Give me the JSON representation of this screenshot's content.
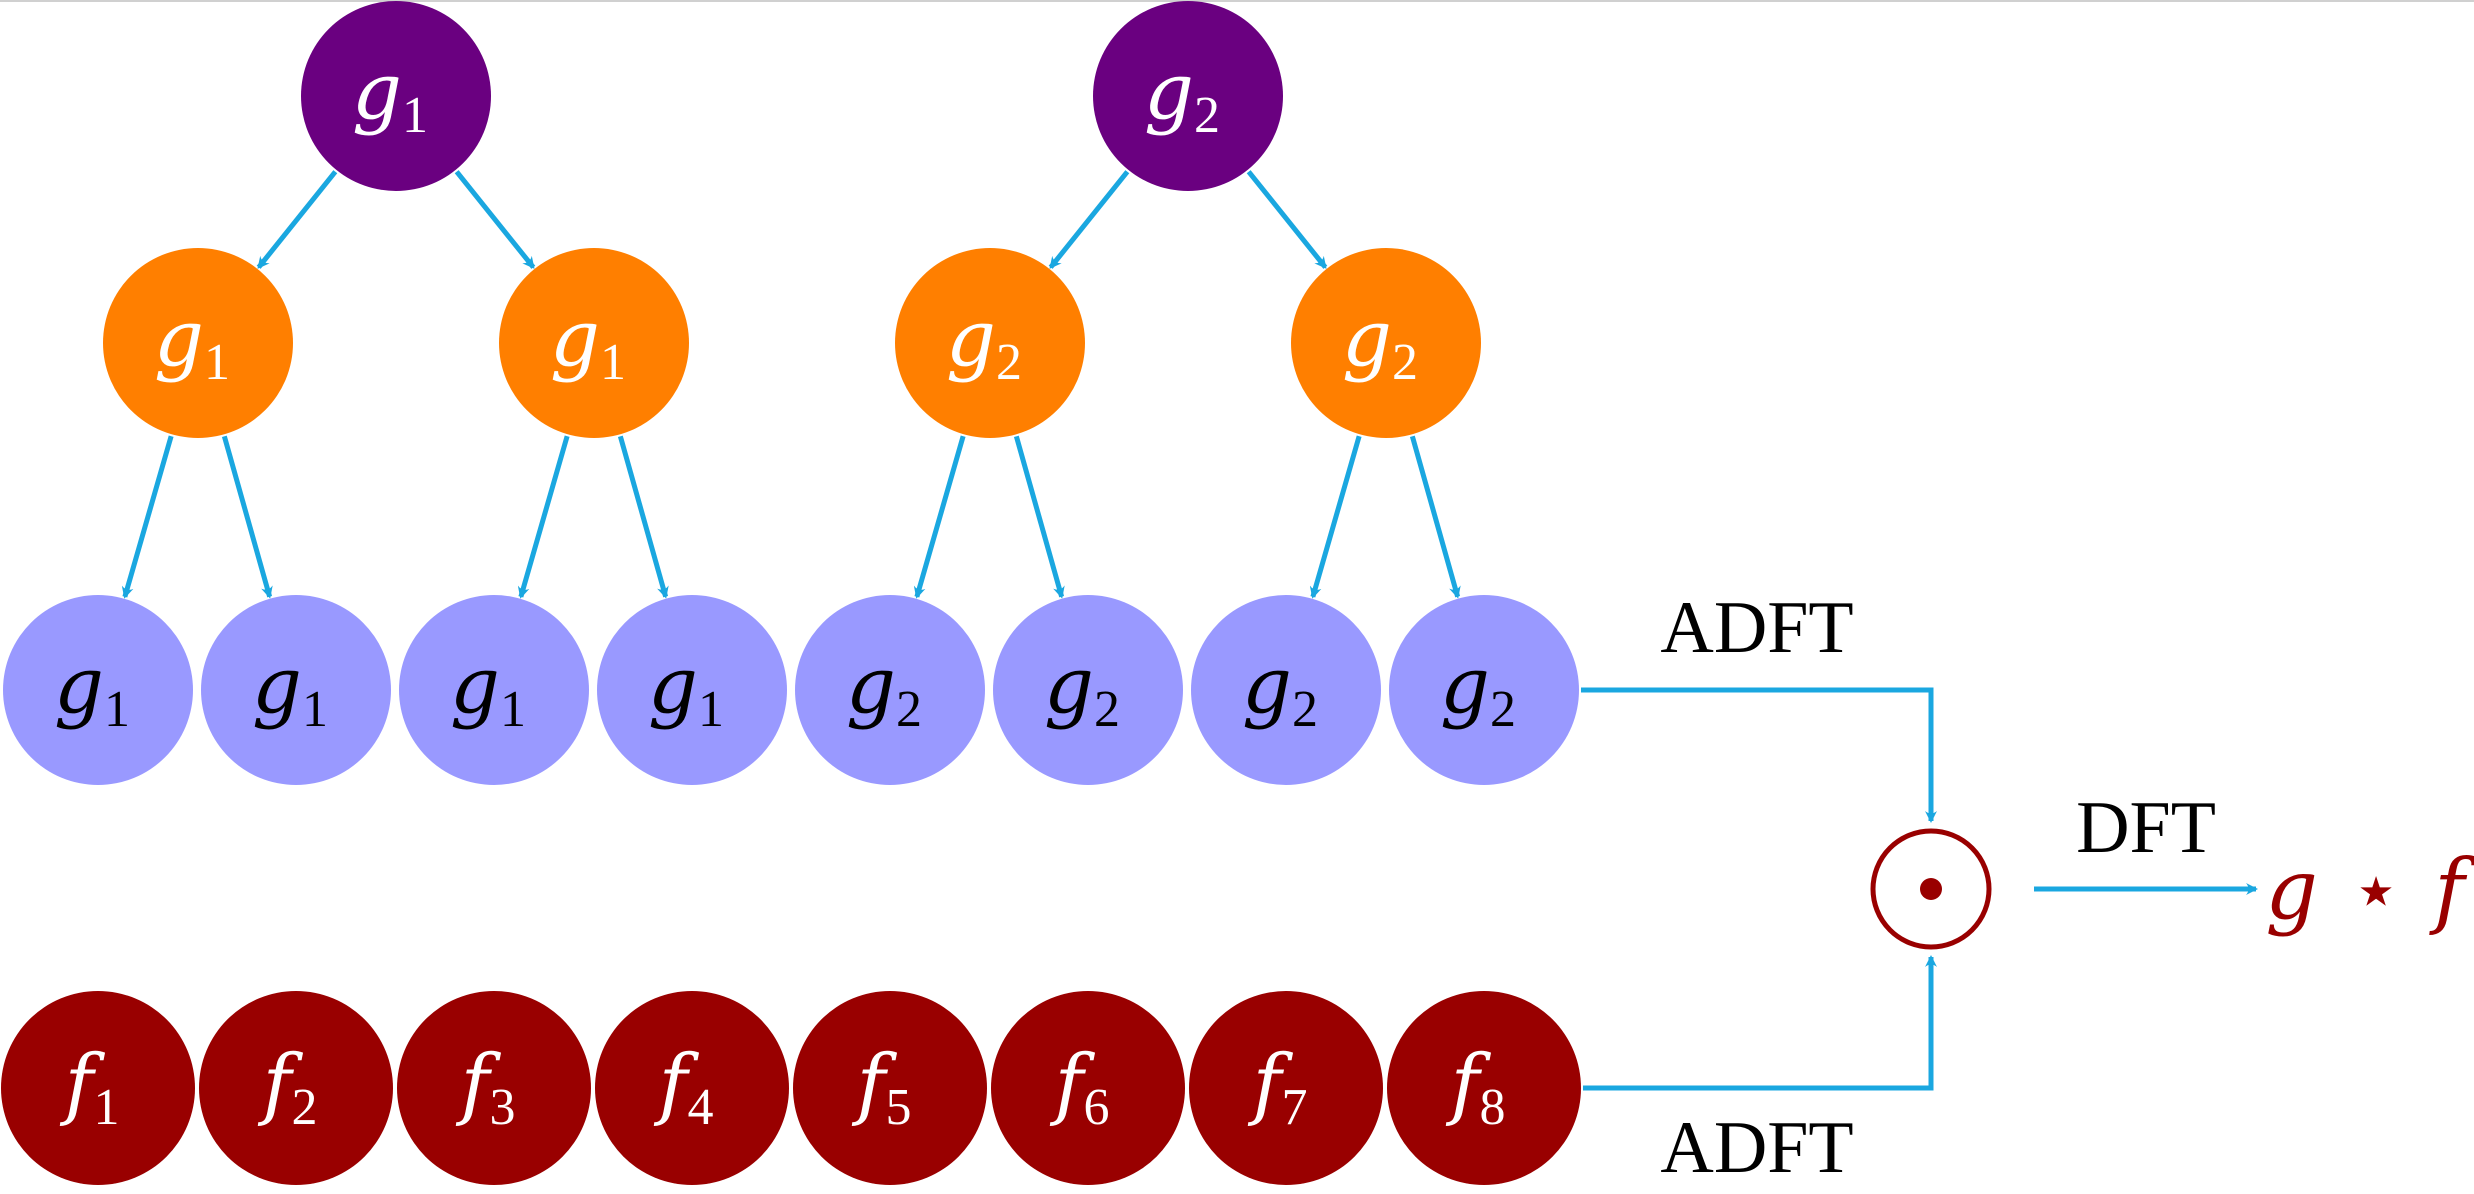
{
  "colors": {
    "root": "#6a0080",
    "mid": "#ff7f00",
    "leaf": "#9999ff",
    "f_node": "#990000",
    "arrow": "#1aa7e0",
    "result": "#990000",
    "label": "#000000"
  },
  "trees": [
    {
      "root": {
        "base": "g",
        "sub": "1"
      },
      "children": [
        {
          "base": "g",
          "sub": "1"
        },
        {
          "base": "g",
          "sub": "1"
        }
      ],
      "leaves": [
        {
          "base": "g",
          "sub": "1"
        },
        {
          "base": "g",
          "sub": "1"
        },
        {
          "base": "g",
          "sub": "1"
        },
        {
          "base": "g",
          "sub": "1"
        }
      ]
    },
    {
      "root": {
        "base": "g",
        "sub": "2"
      },
      "children": [
        {
          "base": "g",
          "sub": "2"
        },
        {
          "base": "g",
          "sub": "2"
        }
      ],
      "leaves": [
        {
          "base": "g",
          "sub": "2"
        },
        {
          "base": "g",
          "sub": "2"
        },
        {
          "base": "g",
          "sub": "2"
        },
        {
          "base": "g",
          "sub": "2"
        }
      ]
    }
  ],
  "f_nodes": [
    {
      "base": "f",
      "sub": "1"
    },
    {
      "base": "f",
      "sub": "2"
    },
    {
      "base": "f",
      "sub": "3"
    },
    {
      "base": "f",
      "sub": "4"
    },
    {
      "base": "f",
      "sub": "5"
    },
    {
      "base": "f",
      "sub": "6"
    },
    {
      "base": "f",
      "sub": "7"
    },
    {
      "base": "f",
      "sub": "8"
    }
  ],
  "labels": {
    "adft_top": "ADFT",
    "adft_bottom": "ADFT",
    "dft": "DFT"
  },
  "result": {
    "left": "g",
    "op": "⋆",
    "right": "f"
  }
}
